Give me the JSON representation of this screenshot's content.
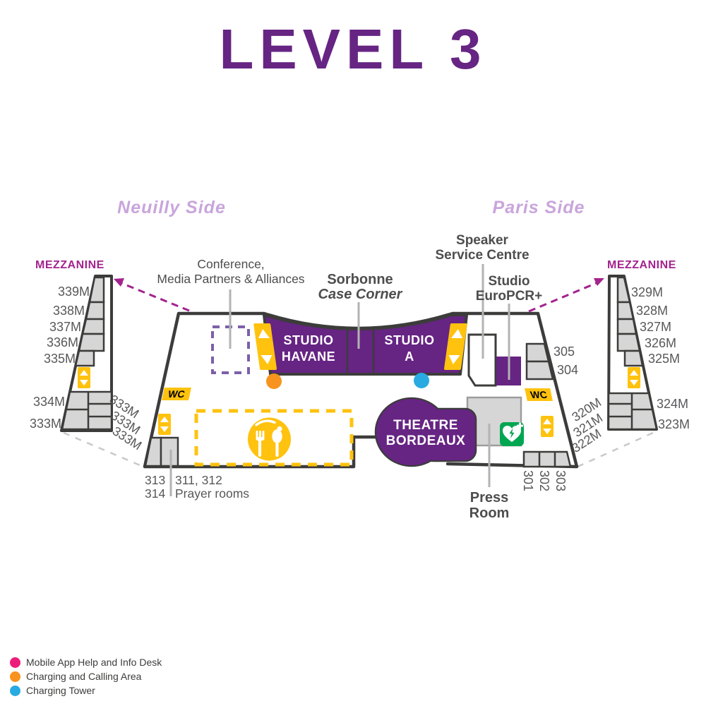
{
  "title": "LEVEL 3",
  "sides": {
    "left": "Neuilly Side",
    "right": "Paris Side"
  },
  "mezzanine": {
    "label": "MEZZANINE",
    "left": {
      "rooms": [
        "339M",
        "338M",
        "337M",
        "336M",
        "335M"
      ],
      "lower": [
        "334M",
        "333M"
      ],
      "diagonal": [
        "333M",
        "333M",
        "333M"
      ]
    },
    "right": {
      "rooms": [
        "329M",
        "328M",
        "327M",
        "326M",
        "325M"
      ],
      "lower": [
        "324M",
        "323M"
      ],
      "diagonal": [
        "320M",
        "321M",
        "322M"
      ]
    }
  },
  "callouts": {
    "conference": {
      "line1": "Conference,",
      "line2": "Media Partners & Alliances"
    },
    "sorbonne": {
      "line1": "Sorbonne",
      "line2": "Case Corner"
    },
    "speaker": {
      "line1": "Speaker",
      "line2": "Service Centre"
    },
    "studio_europcr": {
      "line1": "Studio",
      "line2": "EuroPCR+"
    },
    "press_room": {
      "line1": "Press",
      "line2": "Room"
    }
  },
  "venues": {
    "studio_havane": {
      "line1": "STUDIO",
      "line2": "HAVANE"
    },
    "studio_a": {
      "line1": "STUDIO",
      "line2": "A"
    },
    "theatre_bordeaux": {
      "line1": "THEATRE",
      "line2": "BORDEAUX"
    }
  },
  "rooms": {
    "r305": "305",
    "r304": "304",
    "r301": "301",
    "r302": "302",
    "r303": "303",
    "r313": "313",
    "r314": "314",
    "r311_312": "311, 312",
    "prayer_label": "Prayer rooms"
  },
  "wc_label": "WC",
  "legend": {
    "items": [
      {
        "color": "#EC1E79",
        "label": "Mobile App Help and Info Desk"
      },
      {
        "color": "#F7931E",
        "label": "Charging and Calling Area"
      },
      {
        "color": "#29ABE2",
        "label": "Charging Tower"
      }
    ]
  },
  "colors": {
    "purple": "#662483",
    "magenta": "#A3238E",
    "light_purple": "#C9A5DC",
    "yellow": "#FFC20E",
    "room_gray": "#D6D6D6",
    "outline": "#3C3C3B",
    "green": "#00A651"
  }
}
